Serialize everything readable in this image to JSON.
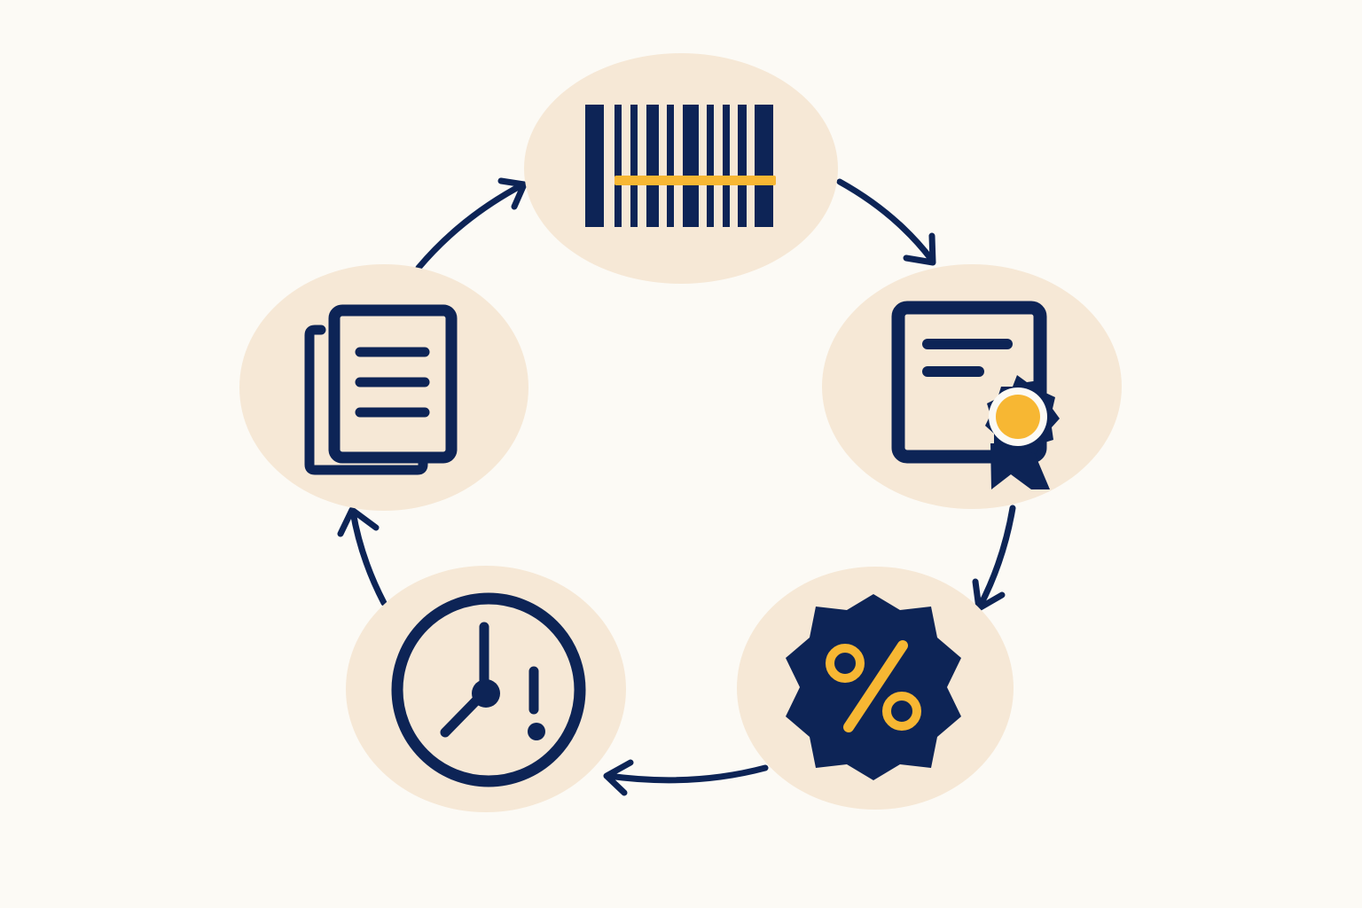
{
  "diagram": {
    "type": "cycle",
    "direction": "clockwise",
    "colors": {
      "background": "#FCFAF5",
      "blob": "#F6E8D6",
      "ink": "#0D2456",
      "accent": "#F7B733",
      "paper": "#FCFAF5"
    },
    "nodes": [
      {
        "id": "barcode",
        "icon": "barcode-icon"
      },
      {
        "id": "certificate",
        "icon": "certificate-icon"
      },
      {
        "id": "discount",
        "icon": "percent-badge-icon"
      },
      {
        "id": "deadline",
        "icon": "clock-alert-icon"
      },
      {
        "id": "documents",
        "icon": "documents-icon"
      }
    ],
    "edges": [
      {
        "from": "barcode",
        "to": "certificate"
      },
      {
        "from": "certificate",
        "to": "discount"
      },
      {
        "from": "discount",
        "to": "deadline"
      },
      {
        "from": "deadline",
        "to": "documents"
      },
      {
        "from": "documents",
        "to": "barcode"
      }
    ]
  }
}
